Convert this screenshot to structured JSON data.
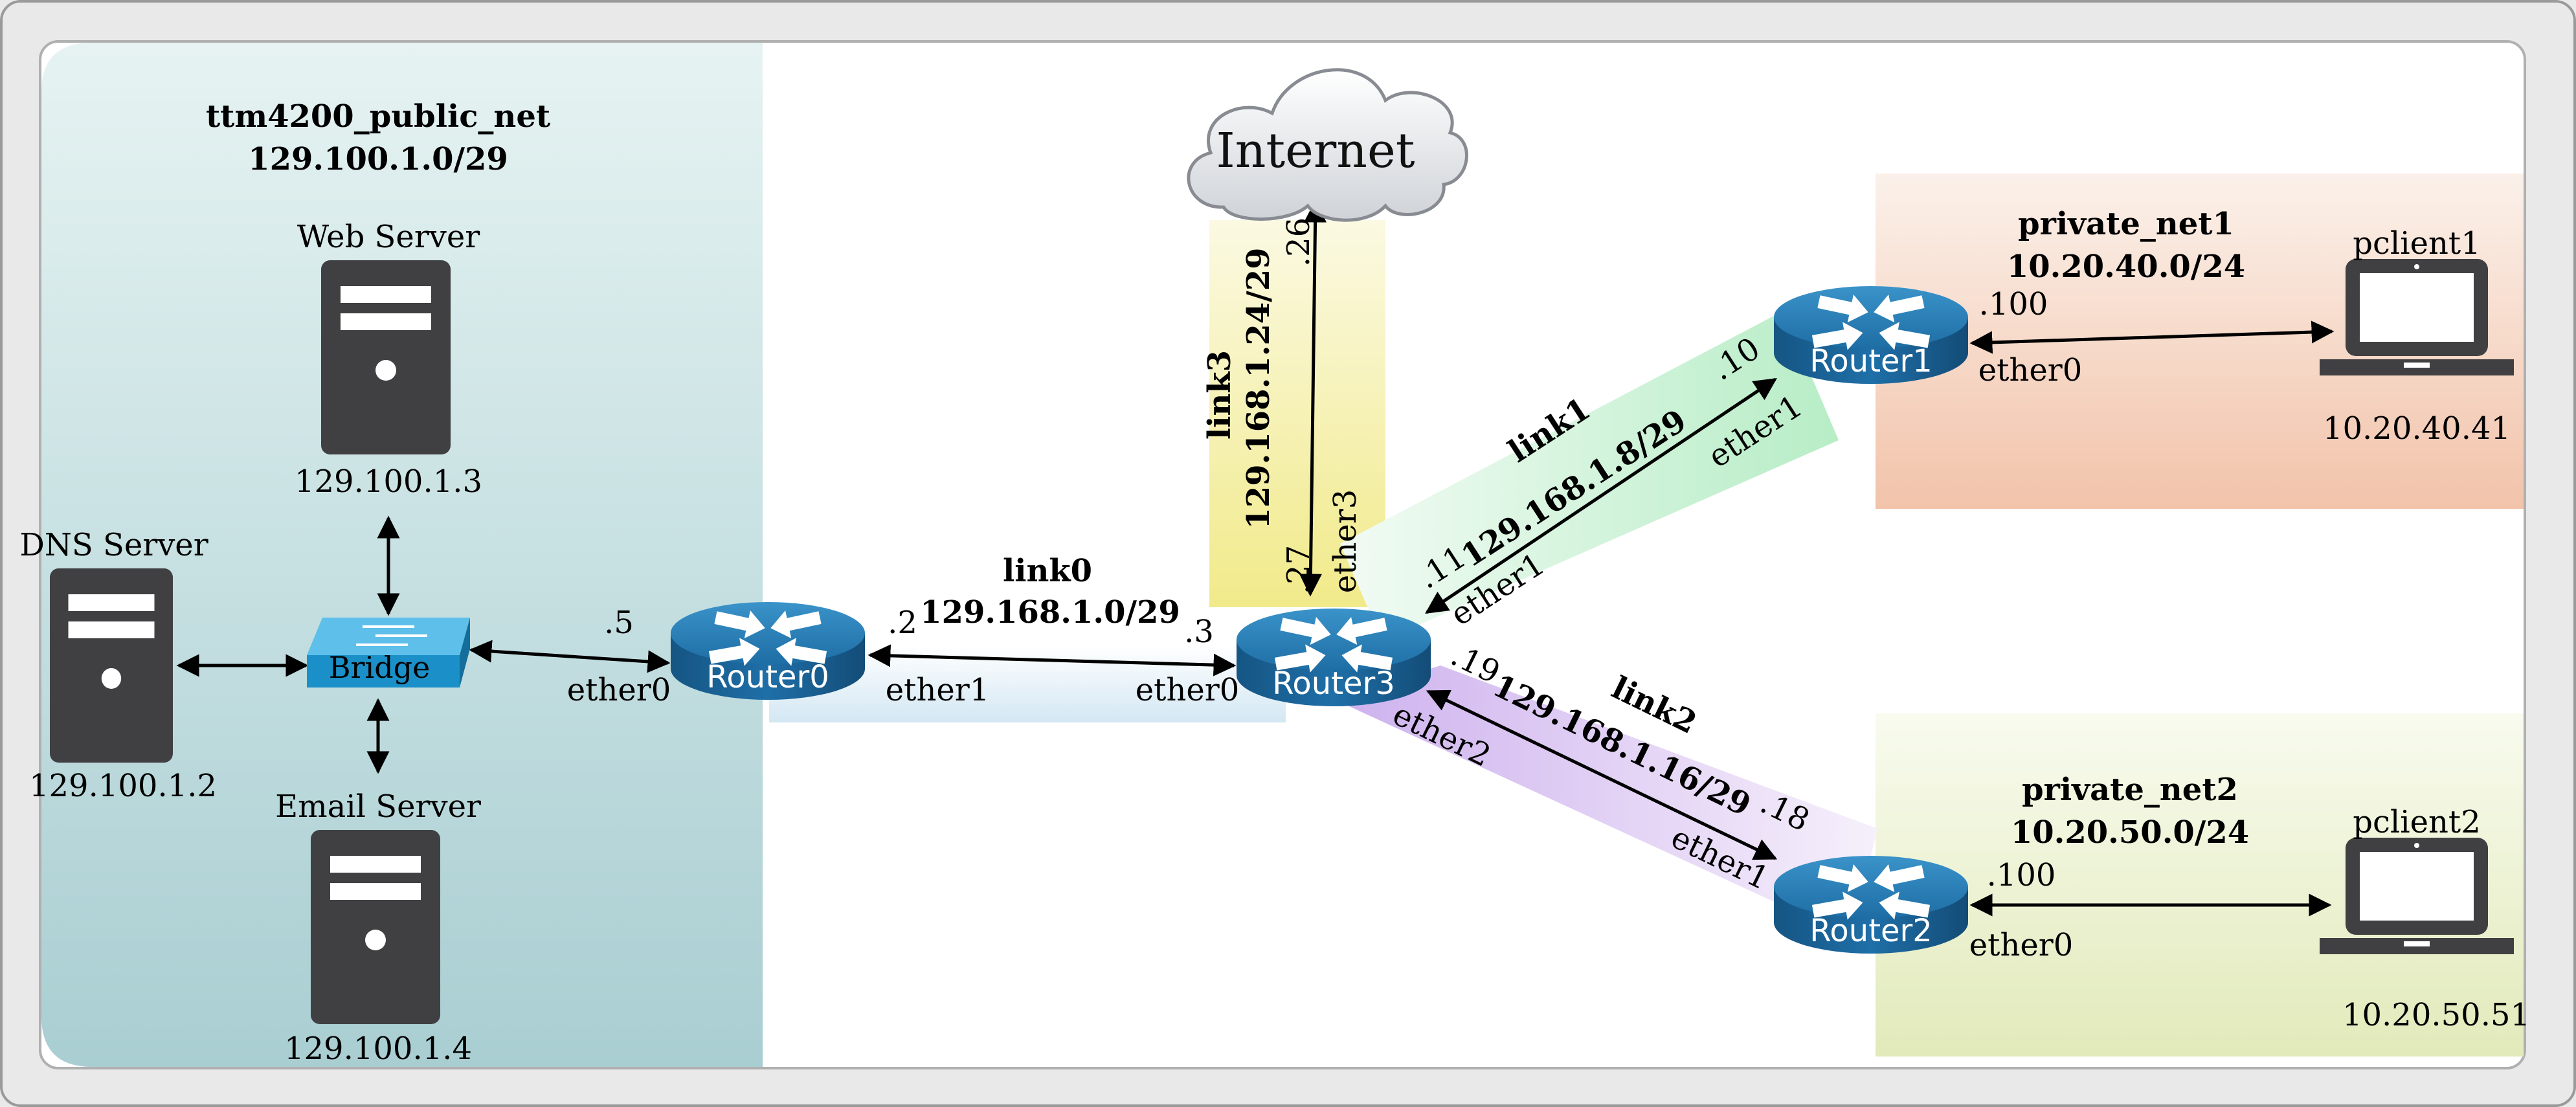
{
  "zones": {
    "public_net": {
      "name": "ttm4200_public_net",
      "subnet": "129.100.1.0/29"
    },
    "private_net1": {
      "name": "private_net1",
      "subnet": "10.20.40.0/24"
    },
    "private_net2": {
      "name": "private_net2",
      "subnet": "10.20.50.0/24"
    }
  },
  "cloud": {
    "label": "Internet"
  },
  "servers": {
    "web": {
      "name": "Web Server",
      "ip": "129.100.1.3"
    },
    "dns": {
      "name": "DNS Server",
      "ip": "129.100.1.2"
    },
    "email": {
      "name": "Email Server",
      "ip": "129.100.1.4"
    }
  },
  "bridge": {
    "label": "Bridge"
  },
  "routers": {
    "r0": "Router0",
    "r1": "Router1",
    "r2": "Router2",
    "r3": "Router3"
  },
  "clients": {
    "pc1": {
      "name": "pclient1",
      "ip": "10.20.40.41"
    },
    "pc2": {
      "name": "pclient2",
      "ip": "10.20.50.51"
    }
  },
  "links": {
    "link0": {
      "name": "link0",
      "subnet": "129.168.1.0/29"
    },
    "link1": {
      "name": "link1",
      "subnet": "129.168.1.8/29"
    },
    "link2": {
      "name": "link2",
      "subnet": "129.168.1.16/29"
    },
    "link3": {
      "name": "link3",
      "subnet": "129.168.1.24/29"
    }
  },
  "interfaces": {
    "bridge_r0_host": ".5",
    "r0_bridge_if": "ether0",
    "r0_link0_host": ".2",
    "r0_link0_if": "ether1",
    "r3_link0_host": ".3",
    "r3_link0_if": "ether0",
    "r3_link3_host": ".27",
    "r3_link3_if": "ether3",
    "inet_link3_host": ".26",
    "r3_link1_host": ".11",
    "r3_link1_if": "ether1",
    "r1_link1_host": ".10",
    "r1_link1_if": "ether1",
    "r3_link2_host": ".19",
    "r3_link2_if": "ether2",
    "r2_link2_host": ".18",
    "r2_link2_if": "ether1",
    "r1_pc_host": ".100",
    "r1_pc_if": "ether0",
    "r2_pc_host": ".100",
    "r2_pc_if": "ether0"
  },
  "colors": {
    "public_net": "#c8e1e3",
    "private_net1": "#f6d4c3",
    "private_net2": "#e8efc8",
    "link0": "#deedf6",
    "link1": "#c9f1d4",
    "link2": "#dcc7f2",
    "link3": "#f4f0a2",
    "router": "#1f6fa8",
    "server": "#404043",
    "bridge": "#2a9fd6"
  }
}
